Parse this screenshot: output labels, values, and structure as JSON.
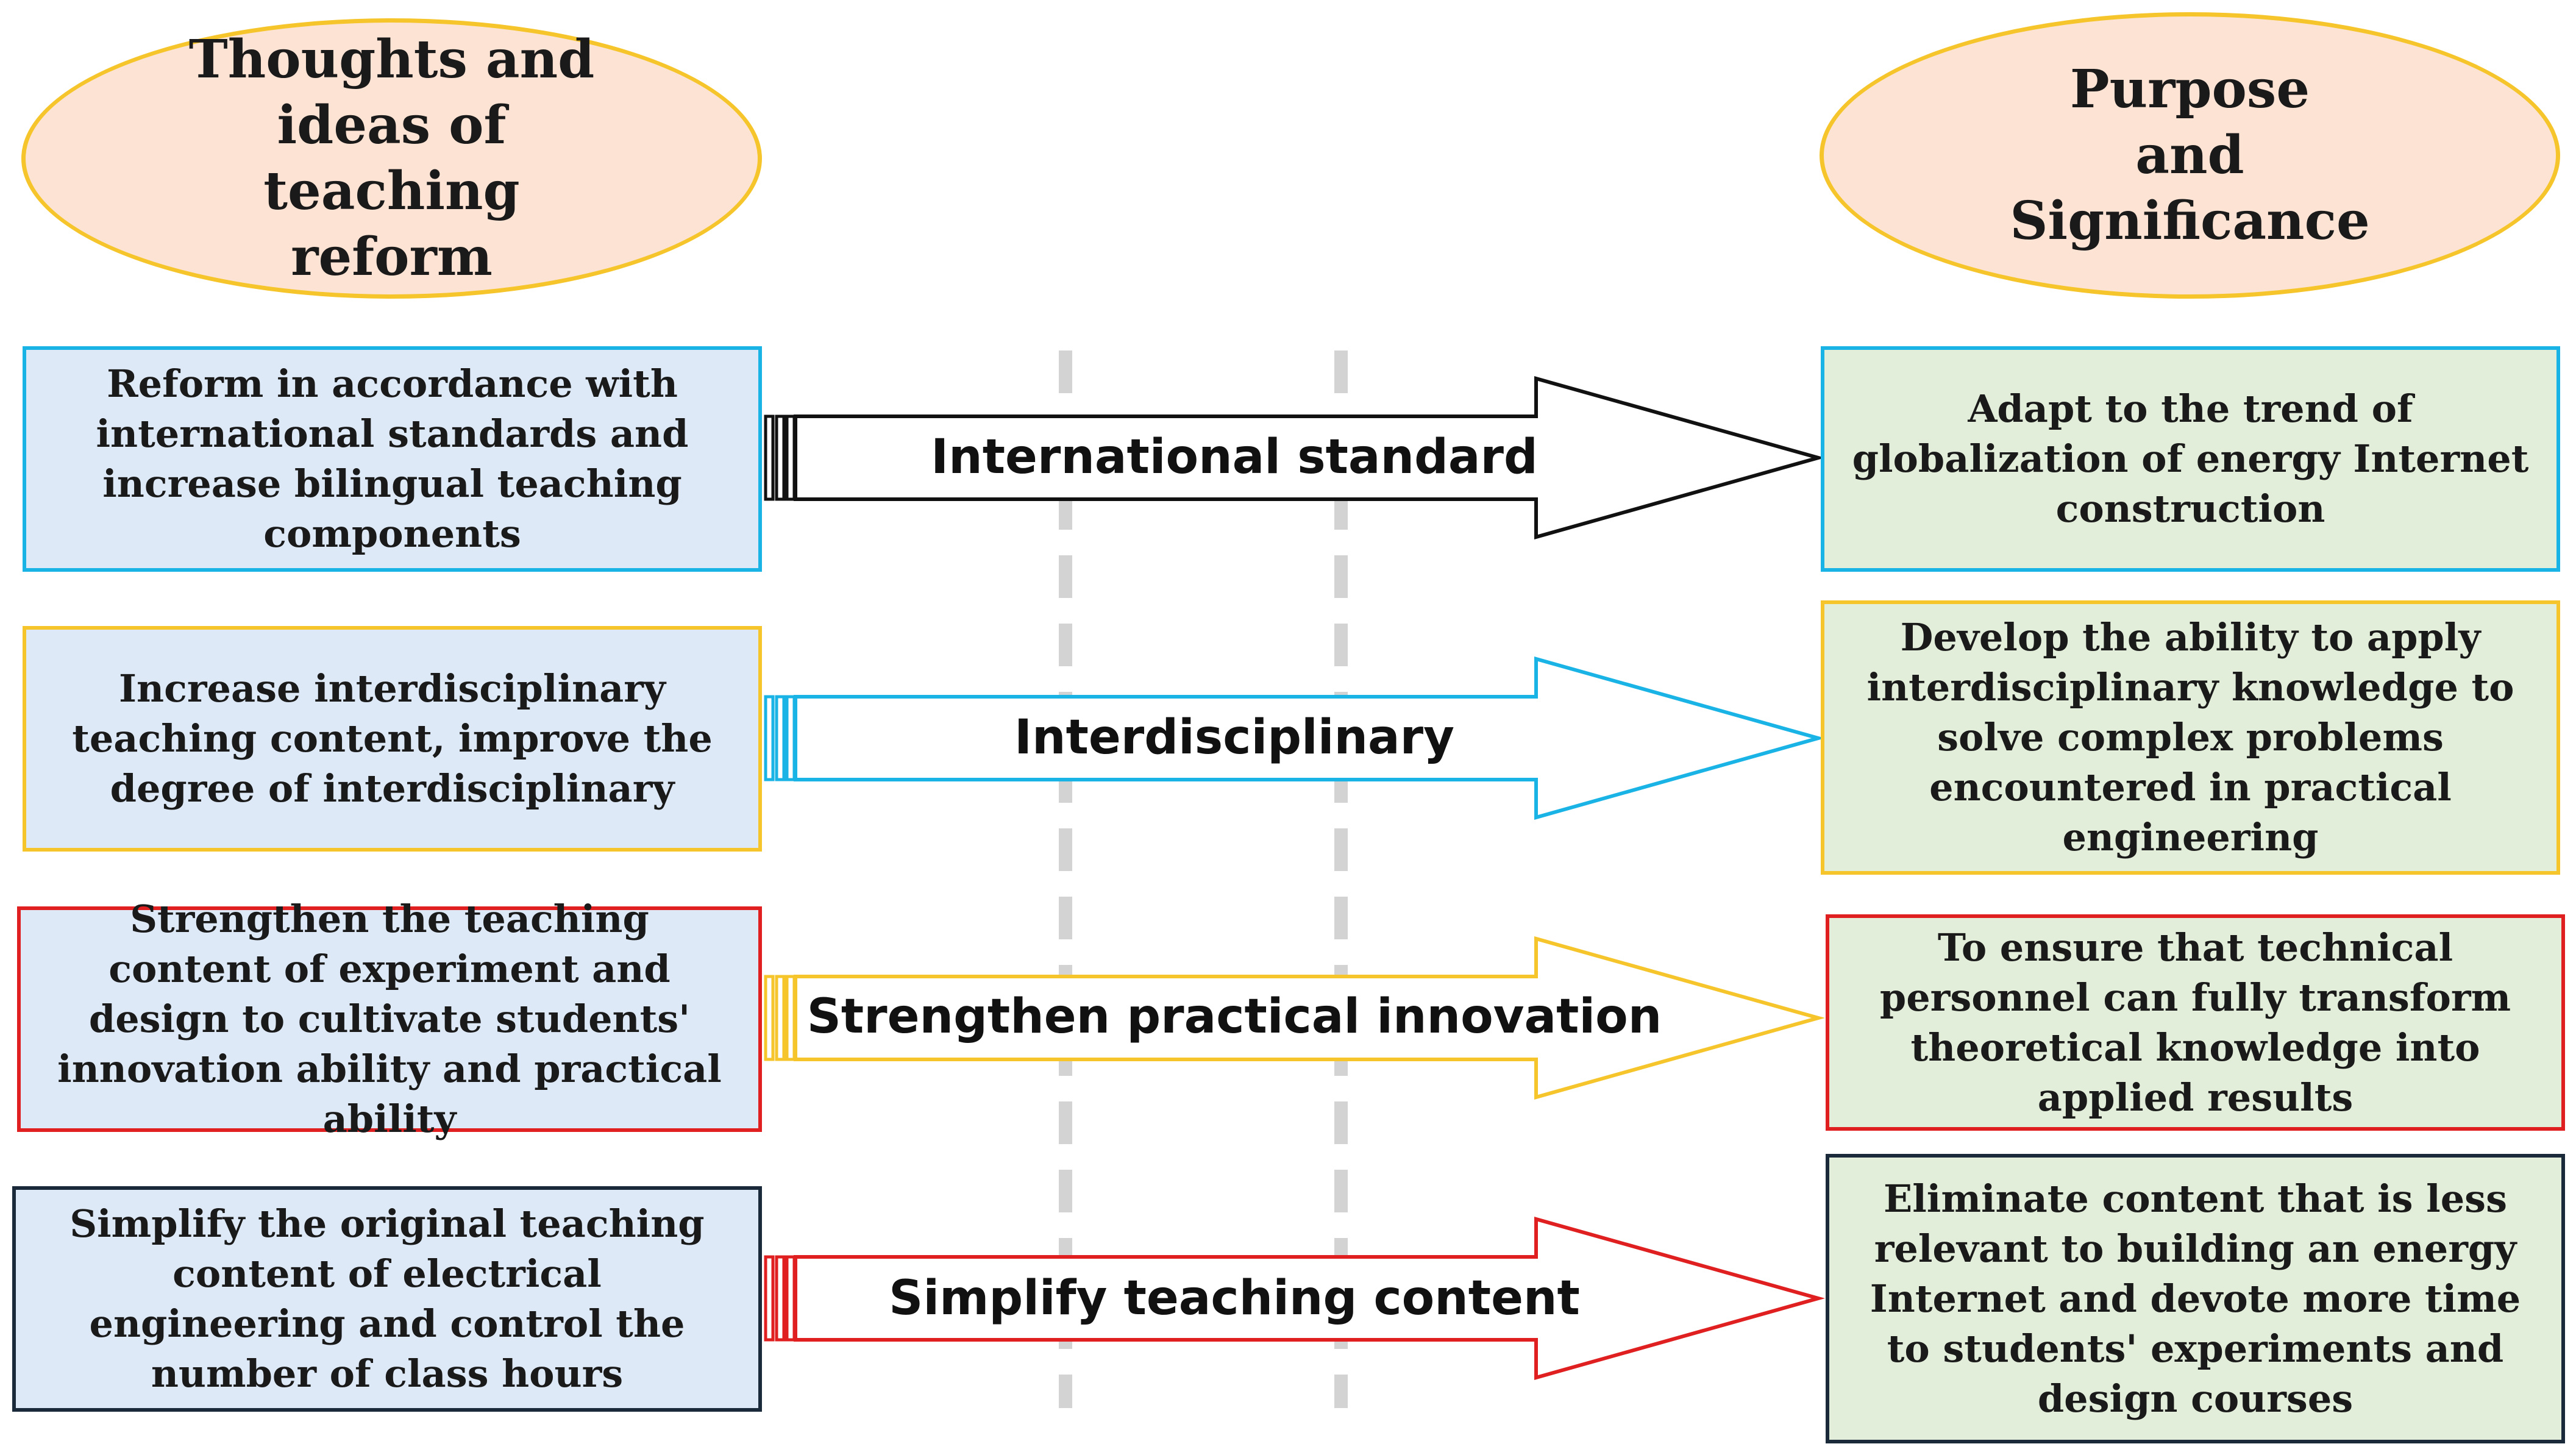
{
  "headers": {
    "left": "Thoughts and ideas of teaching reform",
    "right": "Purpose and Significance"
  },
  "rows": [
    {
      "reform": "Reform in accordance with international standards and increase bilingual teaching components",
      "arrow_label": "International standard",
      "purpose": "Adapt to the trend of globalization of energy Internet construction",
      "arrow_color": "#111111",
      "left_border": "#19b3e6",
      "right_border": "#19b3e6"
    },
    {
      "reform": "Increase interdisciplinary teaching content, improve the degree of interdisciplinary",
      "arrow_label": "Interdisciplinary",
      "purpose": "Develop the ability to apply interdisciplinary knowledge to solve complex problems encountered in practical engineering",
      "arrow_color": "#19b3e6",
      "left_border": "#f5c52b",
      "right_border": "#f5c52b"
    },
    {
      "reform": "Strengthen the teaching content of experiment and design to cultivate students' innovation ability and practical ability",
      "arrow_label": "Strengthen practical innovation",
      "purpose": "To ensure that technical personnel can fully transform theoretical knowledge into applied results",
      "arrow_color": "#f5c52b",
      "left_border": "#e02020",
      "right_border": "#e02020"
    },
    {
      "reform": "Simplify the original teaching content of electrical engineering and control the number of class hours",
      "arrow_label": "Simplify teaching content",
      "purpose": "Eliminate content that is less relevant to building an energy Internet and devote more time to students' experiments and design courses",
      "arrow_color": "#e02020",
      "left_border": "#1b2a3a",
      "right_border": "#1b2a3a"
    }
  ]
}
